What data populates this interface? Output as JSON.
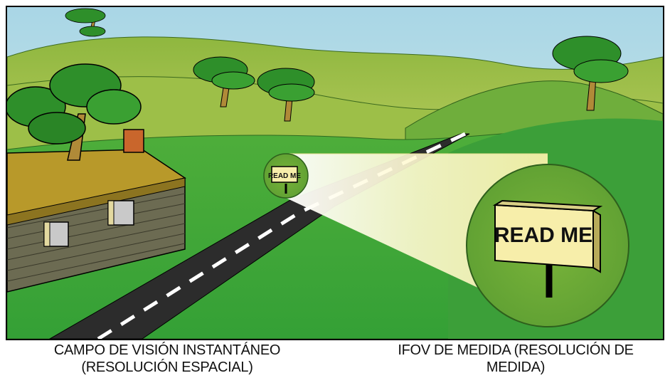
{
  "figure": {
    "small_sign_text": "READ ME",
    "large_sign_text": "READ ME",
    "caption_left": {
      "line1": "CAMPO DE VISIÓN INSTANTÁNEO",
      "line2": "(RESOLUCIÓN ESPACIAL)"
    },
    "caption_right": {
      "line1": "IFOV DE MEDIDA (RESOLUCIÓN DE",
      "line2": "MEDIDA)"
    }
  },
  "colors": {
    "sky": "#bfe0ea",
    "hill_far": "#7fae3a",
    "hill_mid": "#9cbf45",
    "grass": "#3fa637",
    "road": "#2a2a2a",
    "beam": "#fff7c4",
    "sign": "#f7eeaa",
    "roof": "#b89a22",
    "house_wall": "#6a6a52",
    "chimney": "#c9662c",
    "tree_leaves": "#2e8f2a"
  },
  "icons": [
    "tree-icon",
    "house-icon",
    "sign-icon",
    "magnifier-icon"
  ]
}
